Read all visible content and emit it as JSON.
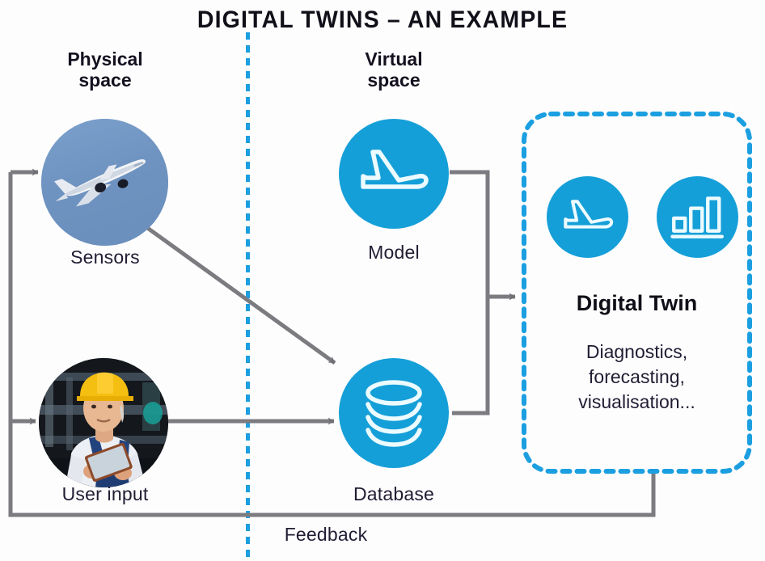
{
  "title": "DIGITAL TWINS – AN EXAMPLE",
  "columns": {
    "physical": "Physical\nspace",
    "physical_line1": "Physical",
    "physical_line2": "space",
    "virtual_line1": "Virtual",
    "virtual_line2": "space"
  },
  "nodes": {
    "sensors": {
      "label": "Sensors",
      "icon": "airplane-photo"
    },
    "user_input": {
      "label": "User input",
      "icon": "worker-photo"
    },
    "model": {
      "label": "Model",
      "icon": "airplane-takeoff-icon"
    },
    "database": {
      "label": "Database",
      "icon": "database-icon"
    }
  },
  "digital_twin": {
    "title": "Digital Twin",
    "description": "Diagnostics,\nforecasting,\nvisualisation...",
    "desc_line1": "Diagnostics,",
    "desc_line2": "forecasting,",
    "desc_line3": "visualisation...",
    "icons": [
      "airplane-takeoff-icon",
      "bar-chart-icon"
    ]
  },
  "edges": {
    "feedback_label": "Feedback"
  },
  "colors": {
    "accent_blue": "#159fd8",
    "divider_blue": "#1b9fe0",
    "dashed_box_blue": "#1b9fe0",
    "connector_grey": "#7b7b80",
    "text_dark": "#221c33",
    "sky_blue": "#6f93c0",
    "background": "#fdfdfe"
  }
}
